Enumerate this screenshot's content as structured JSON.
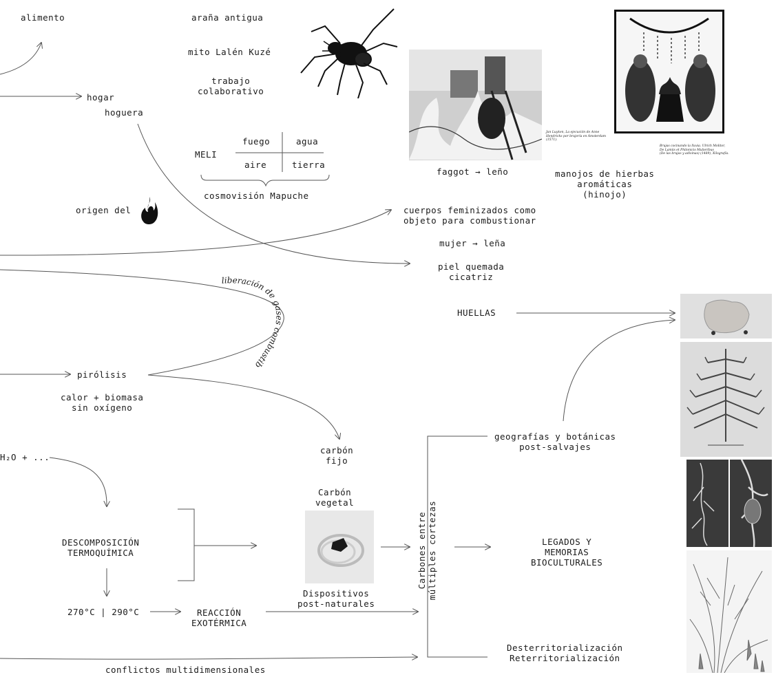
{
  "labels": {
    "alimento": "alimento",
    "arana": "araña antigua",
    "mito": "mito Lalén Kuzé",
    "trabajo": "trabajo\ncolaborativo",
    "hogar": "hogar",
    "hoguera": "hoguera",
    "meli": "MELI",
    "fuego": "fuego",
    "agua": "agua",
    "aire": "aire",
    "tierra": "tierra",
    "cosmovision": "cosmovisión Mapuche",
    "origen": "origen del",
    "faggot": "faggot → leño",
    "manojos": "manojos de hierbas\naromáticas\n(hinojo)",
    "cuerpos": "cuerpos feminizados como\nobjeto para combustionar",
    "mujer": "mujer → leña",
    "piel": "piel quemada\ncicatriz",
    "liberacion": "liberación de gases combustibles",
    "huellas": "HUELLAS",
    "pirolisis": "pirólisis",
    "calor": "calor + biomasa\nsin oxígeno",
    "carbon_fijo": "carbón\nfijo",
    "h2o": "H₂O + ...",
    "carbon_vegetal": "Carbón\nvegetal",
    "descomp": "DESCOMPOSICIÓN\nTERMOQUÍMICA",
    "dispositivos": "Dispositivos\npost-naturales",
    "carbones": "Carbones entre\nmúltiples cortezas",
    "geografias": "geografías y botánicas\npost-salvajes",
    "legados": "LEGADOS Y\nMEMORIAS\nBIOCULTURALES",
    "temp": "270°C | 290°C",
    "reaccion": "REACCIÓN\nEXOTÉRMICA",
    "desterr": "Desterritorialización\nReterritorialización",
    "conflictos": "conflictos multidimensionales"
  },
  "captions": {
    "faggot_caption": "Jan Luyken, La ejecución de Anne\nHendricks por brujería en Ámsterdam\n(1571).",
    "brujas_caption": "Brujas cocinando la lluvia. Ulrich Molitor,\nDe Lamiis et Phitonicis Mulieribus\n(De las brujas y adivinas) (1489), Xilografía."
  },
  "colors": {
    "ink": "#1a1a1a",
    "line": "#555555"
  },
  "icons": [
    "spider-icon",
    "fire-icon",
    "burning-engraving",
    "witches-woodcut",
    "coal-photo",
    "rock-photo",
    "araucaria-drawing",
    "root-photos",
    "grass-botanical-drawing"
  ]
}
